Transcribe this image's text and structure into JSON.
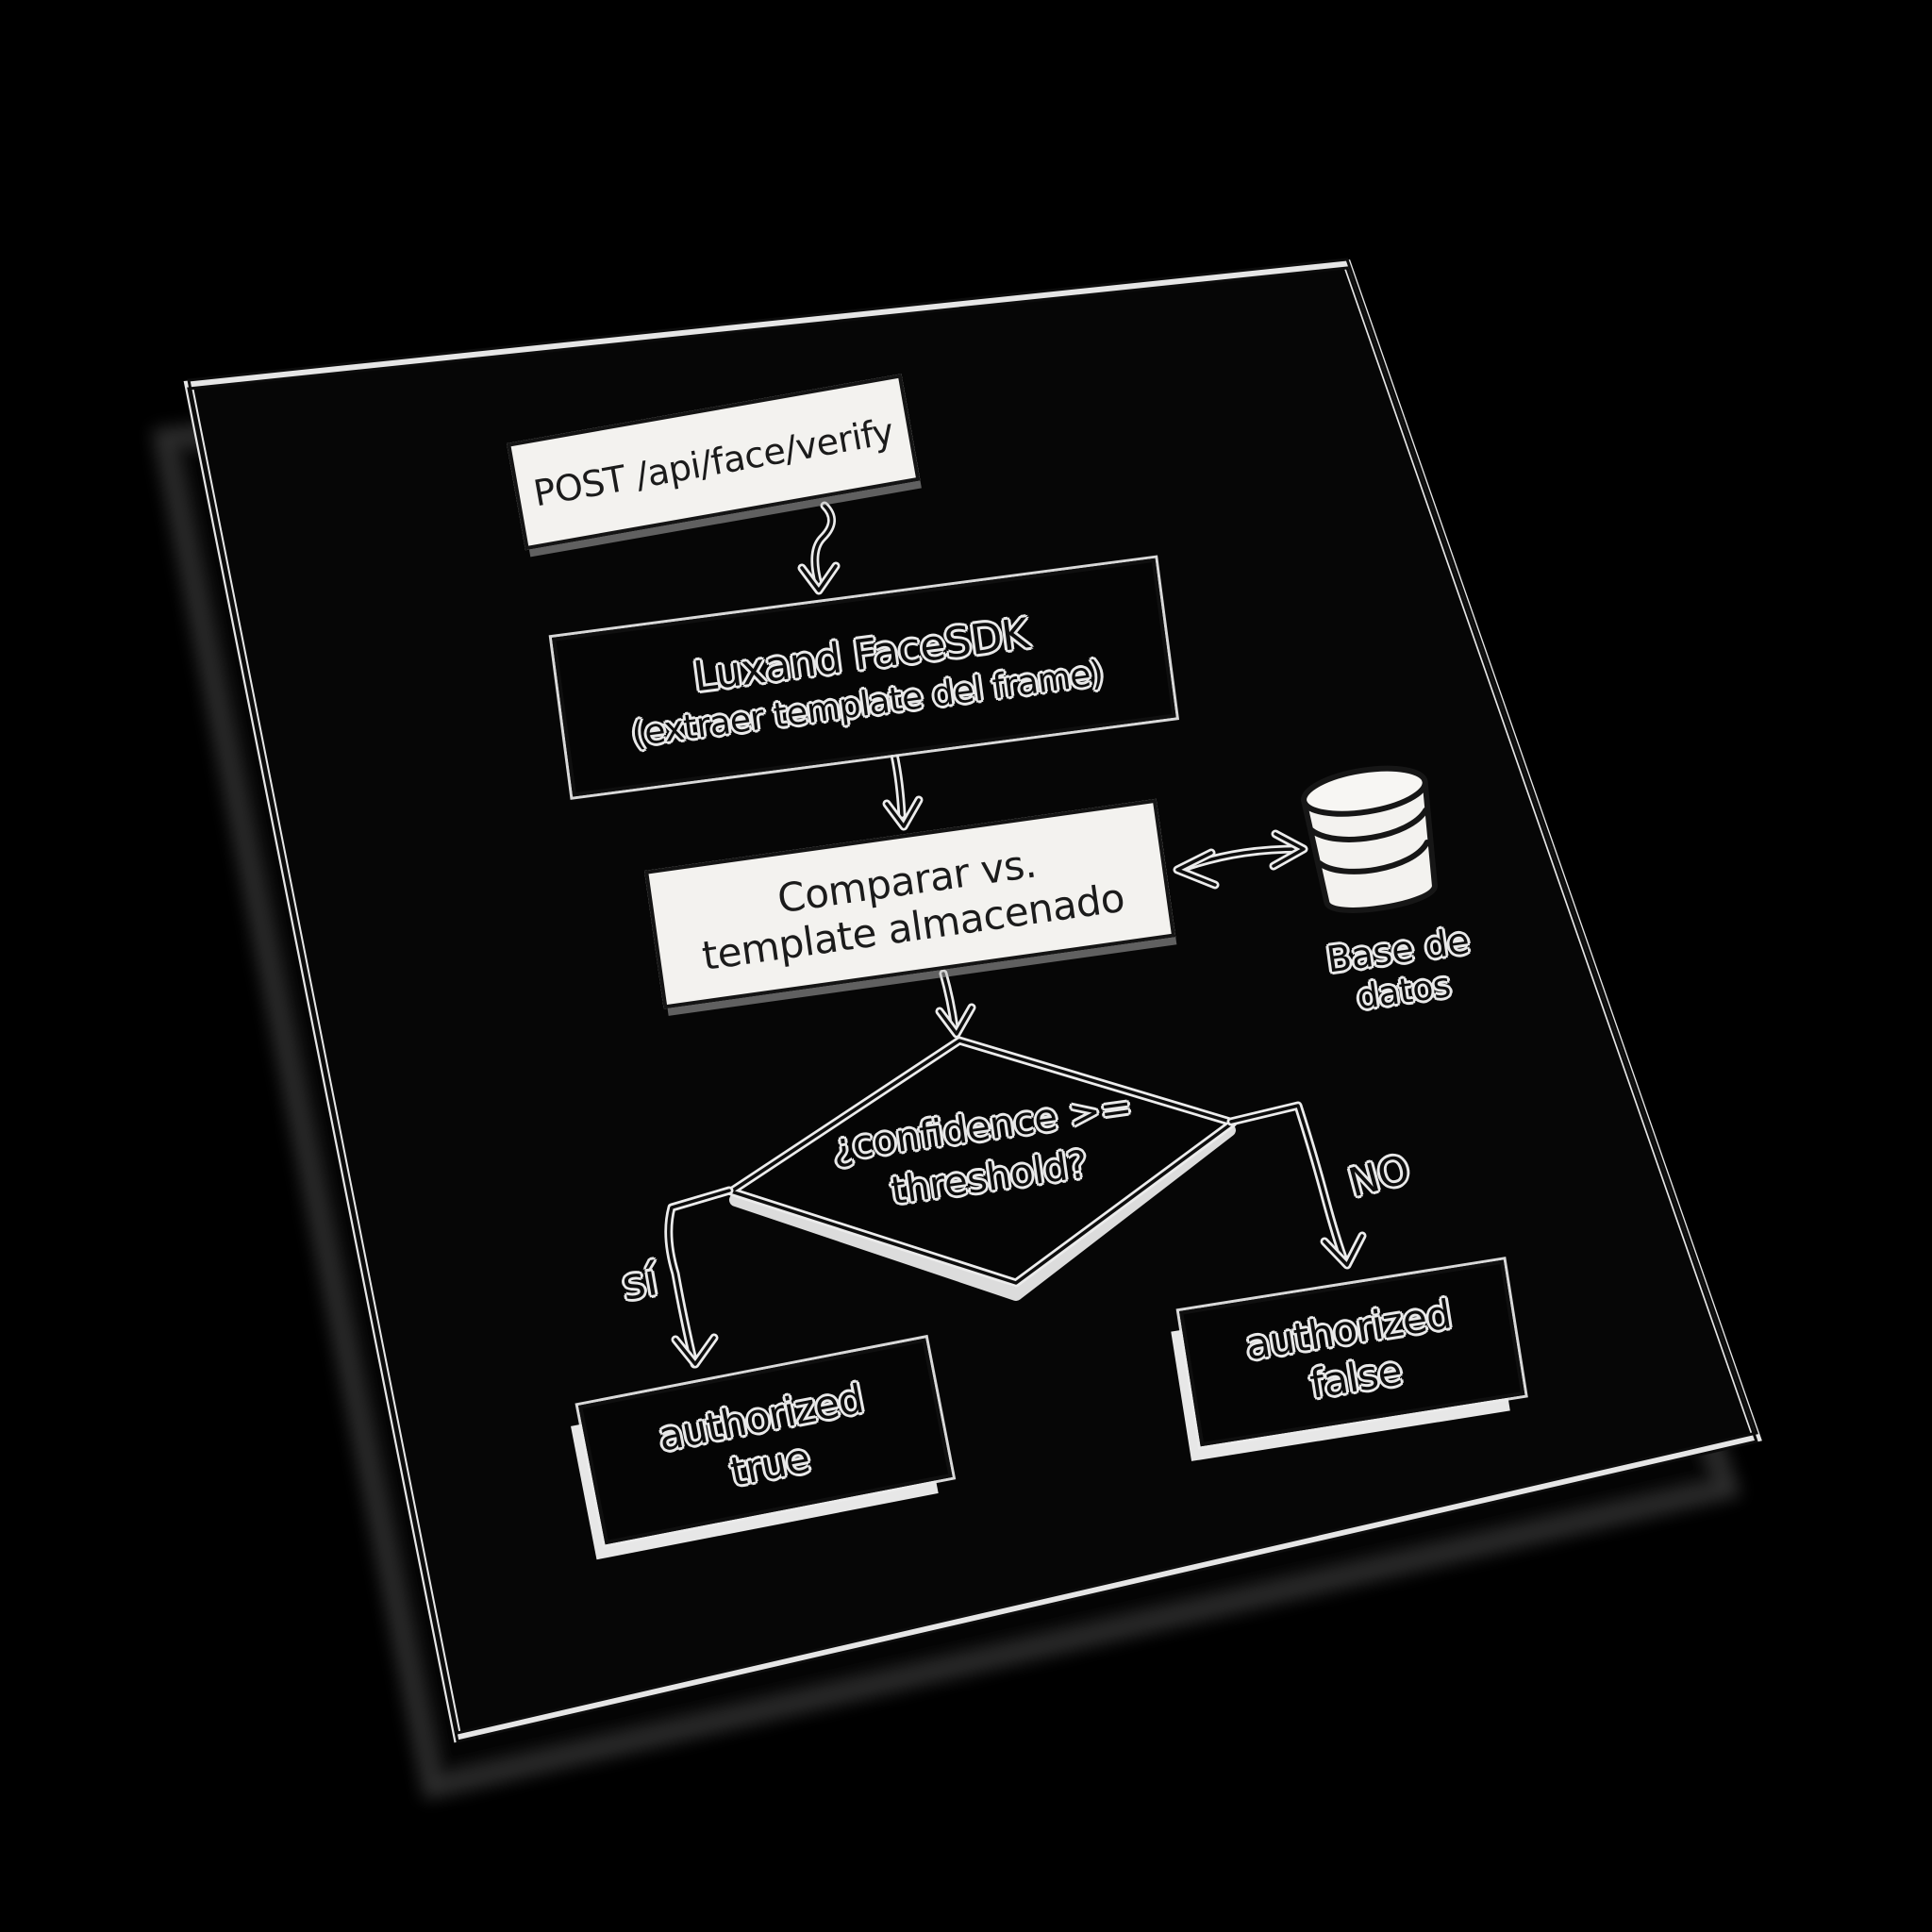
{
  "page": {
    "background_color": "#000000",
    "paper_color": "#060606",
    "ink_color": "#0e0e0e",
    "paper_edge_color": "#e8e8e8",
    "white_node_color": "#f3f2ef"
  },
  "flowchart": {
    "start": {
      "label": "POST /api/face/verify"
    },
    "sdk": {
      "line1": "Luxand FaceSDK",
      "line2": "(extraer template del frame)"
    },
    "compare": {
      "line1": "Comparar vs.",
      "line2": "template almacenado"
    },
    "database": {
      "label_line1": "Base de",
      "label_line2": "datos"
    },
    "decision": {
      "line1": "¿confidence >=",
      "line2": "threshold?"
    },
    "branch_yes": {
      "label": "sí"
    },
    "branch_no": {
      "label": "NO"
    },
    "result_true": {
      "line1": "authorized",
      "line2": "true"
    },
    "result_false": {
      "line1": "authorized",
      "line2": "false"
    }
  }
}
